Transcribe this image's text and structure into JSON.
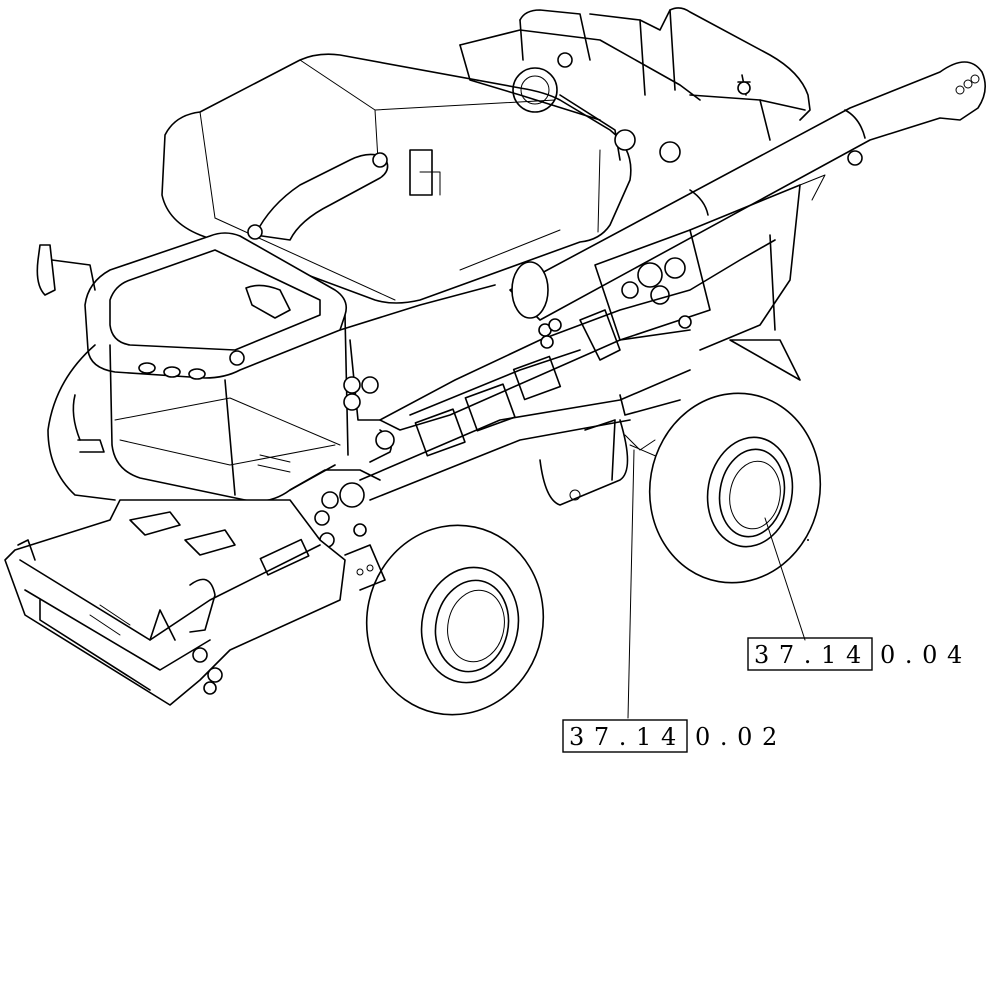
{
  "callouts": [
    {
      "id": "callout-1",
      "boxed": "3 7 . 1 4",
      "rest": "0 . 0 4"
    },
    {
      "id": "callout-2",
      "boxed": "3 7 . 1 4",
      "rest": "0 . 0 2"
    }
  ]
}
